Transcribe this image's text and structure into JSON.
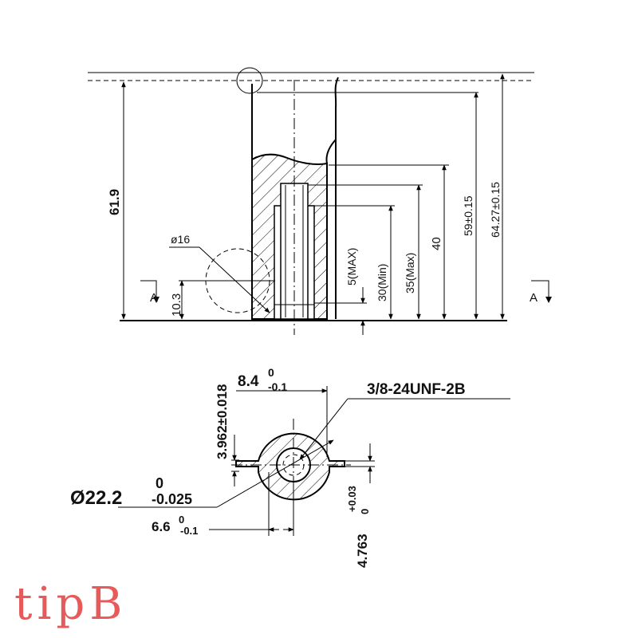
{
  "drawing": {
    "labels": {
      "d_61_9": "61.9",
      "d_10_3": "10.3",
      "d_phi16": "ø16",
      "d_5max": "5(MAX)",
      "d_30min": "30(Min)",
      "d_35max": "35(Max)",
      "d_40": "40",
      "d_59": "59±0.15",
      "d_64_27": "64.27±0.15",
      "section_a_left": "A",
      "section_a_right": "A",
      "d_3_962": "3.962±0.018",
      "d_8_4": "8.4",
      "d_8_4_upper": "0",
      "d_8_4_lower": "-0.1",
      "thread": "3/8-24UNF-2B",
      "d_22_2": "Ø22.2",
      "d_22_2_upper": "0",
      "d_22_2_lower": "-0.025",
      "d_6_6": "6.6",
      "d_6_6_upper": "0",
      "d_6_6_lower": "-0.1",
      "d_4_763": "4.763",
      "d_4_763_upper": "+0.03",
      "d_4_763_lower": "0"
    },
    "caption": "tipB"
  }
}
